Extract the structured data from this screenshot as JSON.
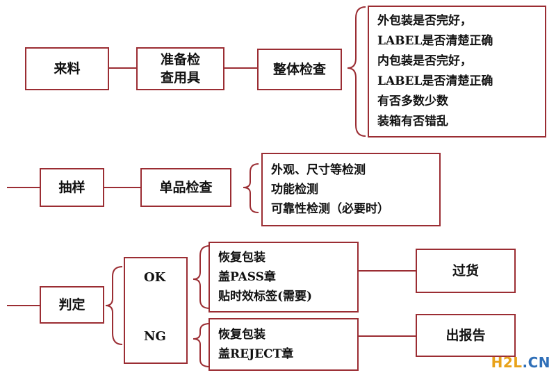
{
  "row1": {
    "incoming": "来料",
    "prepare_tools": [
      "准备检",
      "查用具"
    ],
    "overall_inspection": "整体检查",
    "checks": [
      "外包装是否完好，",
      "LABEL是否清楚正确",
      "内包装是否完好，",
      "LABEL是否清楚正确",
      "有否多数少数",
      "装箱有否错乱"
    ]
  },
  "row2": {
    "sampling": "抽样",
    "unit_inspection": "单品检查",
    "tests": [
      "外观、尺寸等检测",
      "功能检测",
      "可靠性检测（必要时）"
    ]
  },
  "row3": {
    "judge": "判定",
    "ok_label": "OK",
    "ng_label": "NG",
    "ok_actions": [
      "恢复包装",
      "盖PASS章",
      "贴时效标签(需要)"
    ],
    "ng_actions": [
      "恢复包装",
      "盖REJECT章"
    ],
    "pass_goods": "过货",
    "report": "出报告"
  },
  "watermark": {
    "h2l": "H2L",
    "cn": ".CN"
  },
  "colors": {
    "border": "#9b2d33",
    "line": "#9b2d33"
  }
}
